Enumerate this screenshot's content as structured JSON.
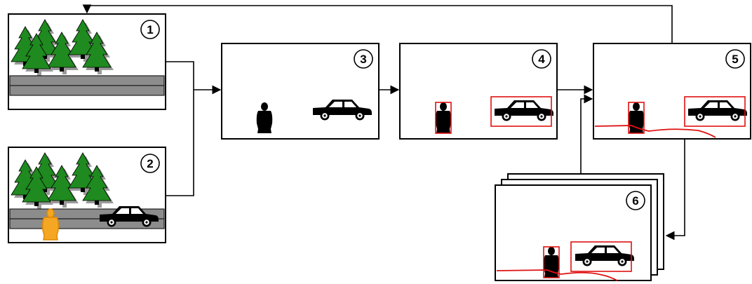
{
  "panels": [
    {
      "id": "scene-background",
      "label": "1"
    },
    {
      "id": "scene-with-objects",
      "label": "2"
    },
    {
      "id": "foreground-extraction",
      "label": "3"
    },
    {
      "id": "object-detection",
      "label": "4"
    },
    {
      "id": "object-tracking",
      "label": "5"
    },
    {
      "id": "tracked-frame-stack",
      "label": "6"
    }
  ],
  "colors": {
    "tree": "#1f8a1f",
    "tree_shadow": "#9a9a9a",
    "road": "#8c8c8c",
    "person_highlight": "#f5a623",
    "bbox": "#e01010",
    "track": "#e01010",
    "stroke": "#000000"
  },
  "icons": [
    "pine-tree-icon",
    "car-icon",
    "person-icon",
    "bounding-box-icon",
    "track-path-icon"
  ]
}
